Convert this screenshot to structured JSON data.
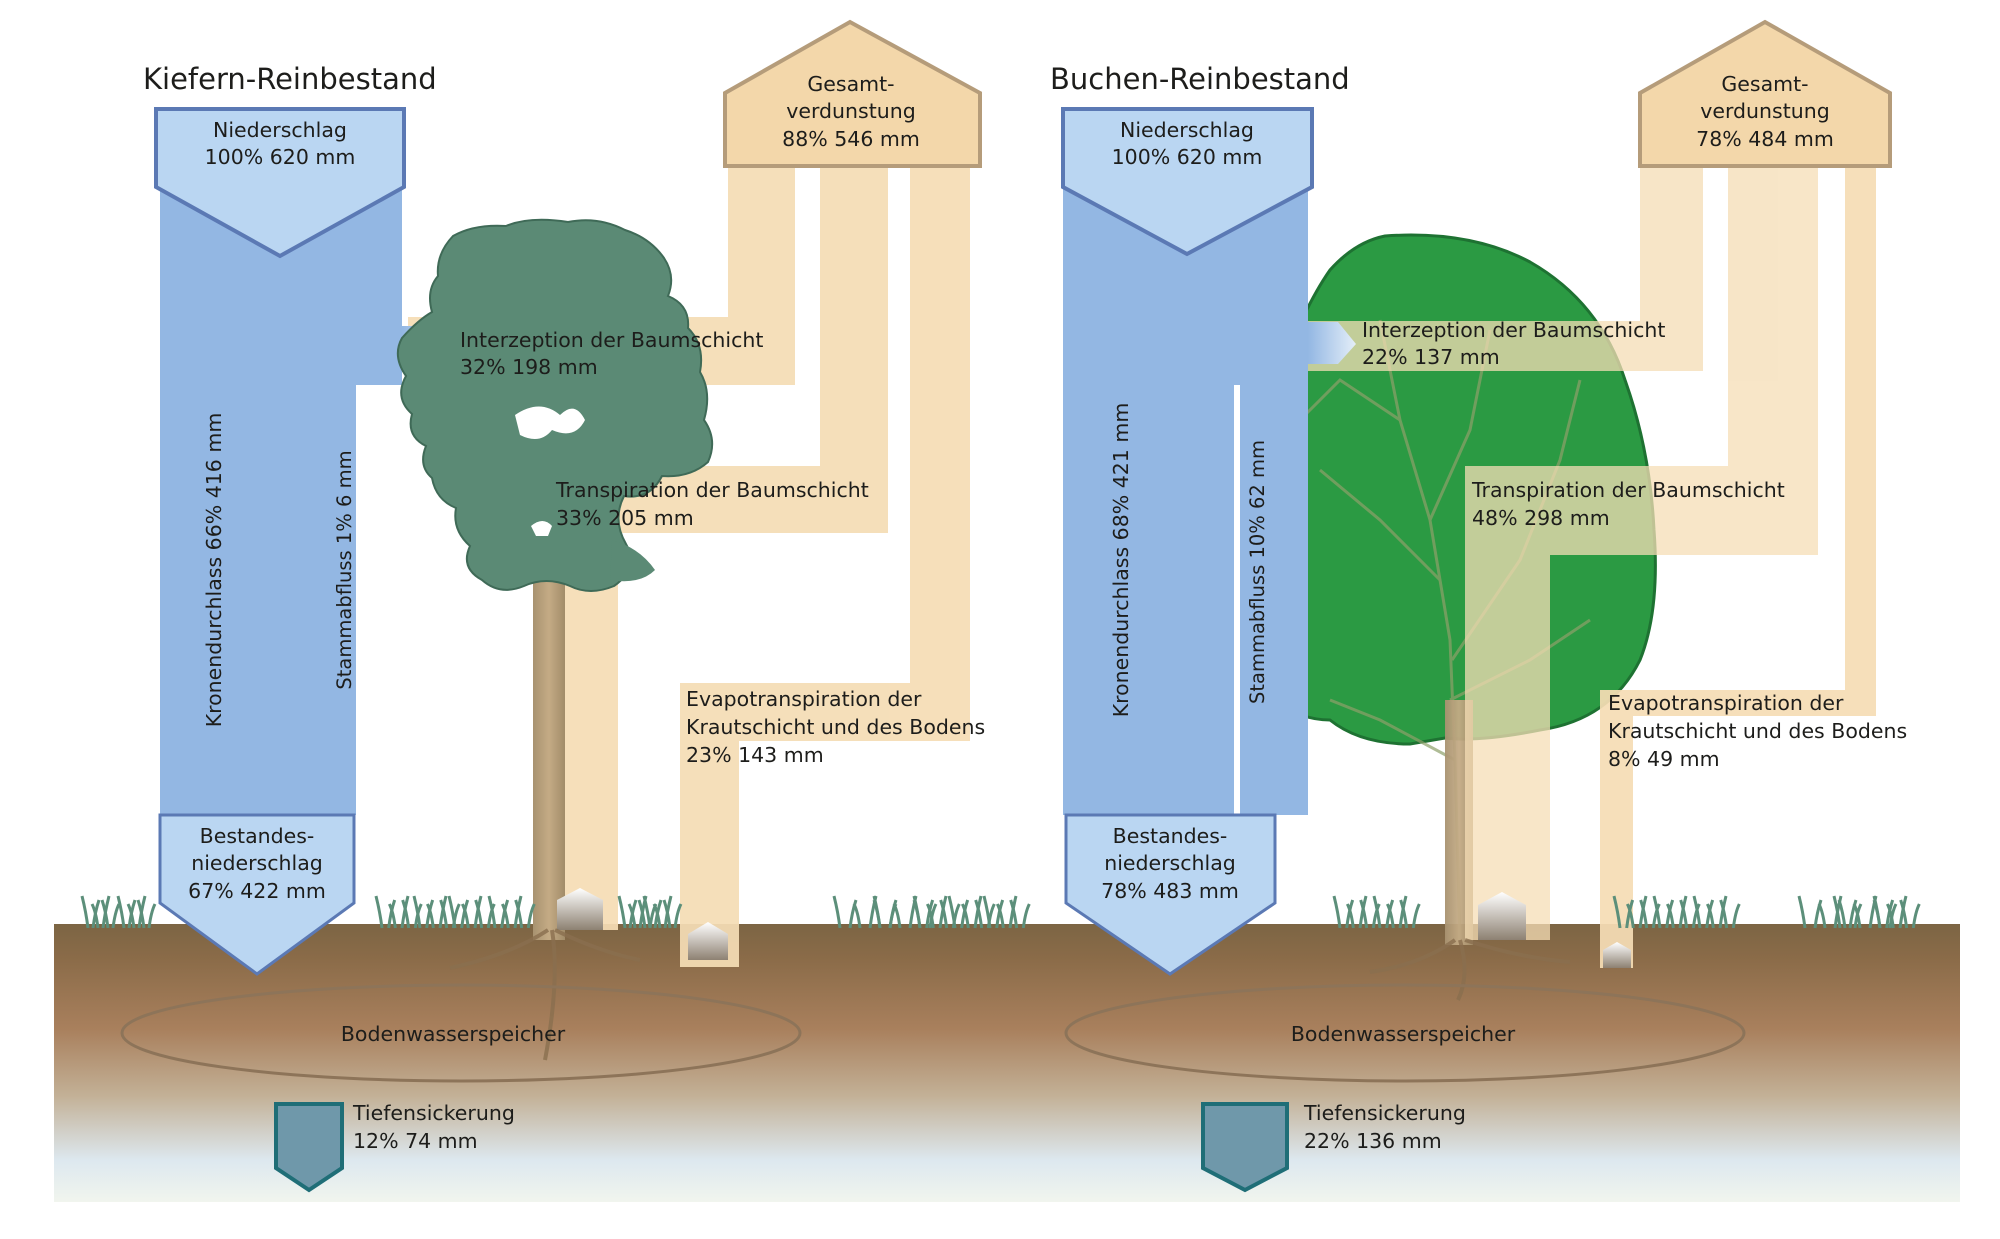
{
  "colors": {
    "blue_flow": "#93b7e3",
    "blue_box": "#bad6f2",
    "blue_border": "#5b79b4",
    "evap_flow": "#f5ddb5",
    "evap_box": "#f3d7aa",
    "evap_border": "#b59c7a",
    "soil_top": "#7c6544",
    "soil_mid": "#aa7f5a",
    "soil_deep": "#dfeaf0",
    "pine_crown": "#5b8a75",
    "beech_crown": "#2b9a43",
    "grass": "#5c8f7a",
    "percolation": "#6f98aa"
  },
  "panels": [
    {
      "title": "Kiefern-Reinbestand",
      "niederschlag": [
        "Niederschlag",
        "100% 620 mm"
      ],
      "gesamtverdunstung": [
        "Gesamt-",
        "verdunstung",
        "88% 546 mm"
      ],
      "interzeption": [
        "Interzeption der Baumschicht",
        "32% 198 mm"
      ],
      "transpiration": [
        "Transpiration der Baumschicht",
        "33% 205 mm"
      ],
      "evapotranspiration": [
        "Evapotranspiration der",
        "Krautschicht und des Bodens",
        "23% 143 mm"
      ],
      "kronendurchlass": "Kronendurchlass 66% 416 mm",
      "stammabfluss": "Stammabfluss 1% 6 mm",
      "bestandesniederschlag": [
        "Bestandes-",
        "niederschlag",
        "67% 422 mm"
      ],
      "bodenwasserspeicher": "Bodenwasserspeicher",
      "tiefensickerung": [
        "Tiefensickerung",
        "12% 74 mm"
      ]
    },
    {
      "title": "Buchen-Reinbestand",
      "niederschlag": [
        "Niederschlag",
        "100% 620 mm"
      ],
      "gesamtverdunstung": [
        "Gesamt-",
        "verdunstung",
        "78% 484 mm"
      ],
      "interzeption": [
        "Interzeption der Baumschicht",
        "22% 137 mm"
      ],
      "transpiration": [
        "Transpiration der Baumschicht",
        "48% 298 mm"
      ],
      "evapotranspiration": [
        "Evapotranspiration der",
        "Krautschicht und des Bodens",
        "8% 49 mm"
      ],
      "kronendurchlass": "Kronendurchlass 68% 421 mm",
      "stammabfluss": "Stammabfluss 10% 62 mm",
      "bestandesniederschlag": [
        "Bestandes-",
        "niederschlag",
        "78% 483 mm"
      ],
      "bodenwasserspeicher": "Bodenwasserspeicher",
      "tiefensickerung": [
        "Tiefensickerung",
        "22% 136 mm"
      ]
    }
  ]
}
